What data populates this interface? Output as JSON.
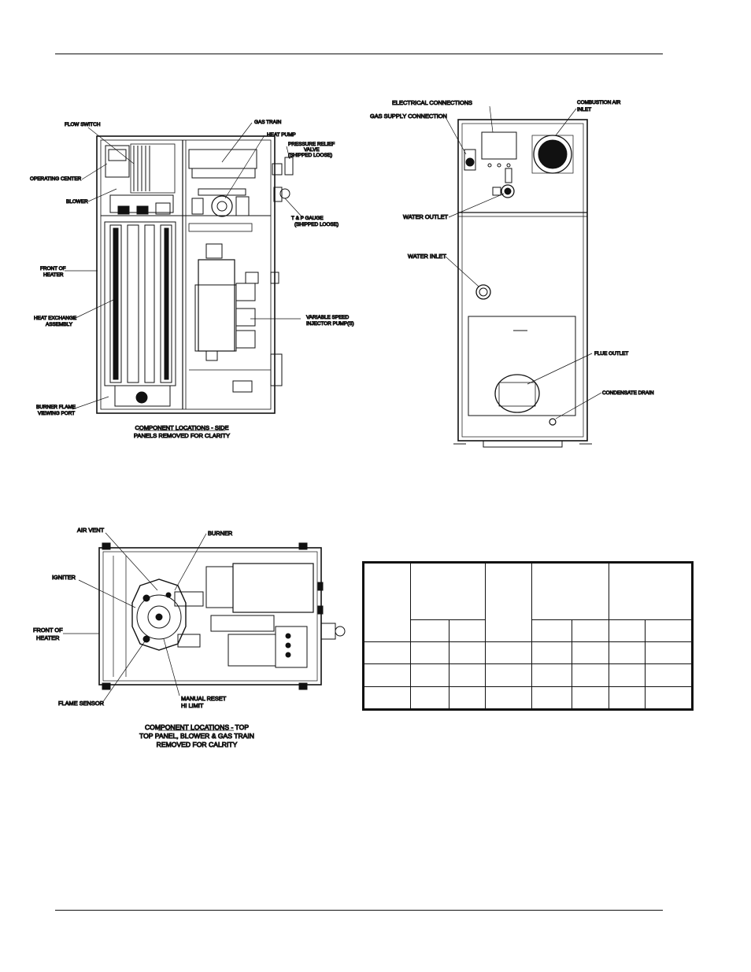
{
  "side_view": {
    "labels": {
      "flow_switch": "FLOW SWITCH",
      "operating_center": "OPERATING CENTER",
      "blower": "BLOWER",
      "front_of_heater_1": "FRONT OF",
      "front_of_heater_2": "HEATER",
      "heat_exchange_1": "HEAT EXCHANGE",
      "heat_exchange_2": "ASSEMBLY",
      "burner_flame_1": "BURNER FLAME",
      "burner_flame_2": "VIEWING PORT",
      "gas_train": "GAS TRAIN",
      "heat_pump": "HEAT PUMP",
      "relief_1": "PRESSURE RELIEF",
      "relief_2": "VALVE",
      "relief_3": "(SHIPPED LOOSE)",
      "tp_gauge_1": "T & P GAUGE",
      "tp_gauge_2": "(SHIPPED LOOSE)",
      "injector_1": "VARIABLE SPEED",
      "injector_2": "INJECTOR PUMP(S)"
    },
    "caption_line1": "COMPONENT LOCATIONS - SIDE",
    "caption_line2": "PANELS REMOVED FOR CLARITY"
  },
  "rear_view": {
    "labels": {
      "electrical": "ELECTRICAL CONNECTIONS",
      "gas_supply": "GAS SUPPLY CONNECTION",
      "combustion_1": "COMBUSTION AIR",
      "combustion_2": "INLET",
      "water_outlet": "WATER OUTLET",
      "water_inlet": "WATER INLET",
      "flue_outlet": "FLUE OUTLET",
      "condensate_drain": "CONDENSATE DRAIN"
    }
  },
  "top_view": {
    "labels": {
      "air_vent": "AIR VENT",
      "burner": "BURNER",
      "igniter": "IGNITER",
      "front_1": "FRONT OF",
      "front_2": "HEATER",
      "flame_sensor": "FLAME SENSOR",
      "reset_1": "MANUAL RESET",
      "reset_2": "HI LIMIT"
    },
    "caption_line1": "COMPONENT LOCATIONS - TOP",
    "caption_line2": "TOP PANEL, BLOWER & GAS TRAIN",
    "caption_line3": "REMOVED FOR CALRITY"
  }
}
